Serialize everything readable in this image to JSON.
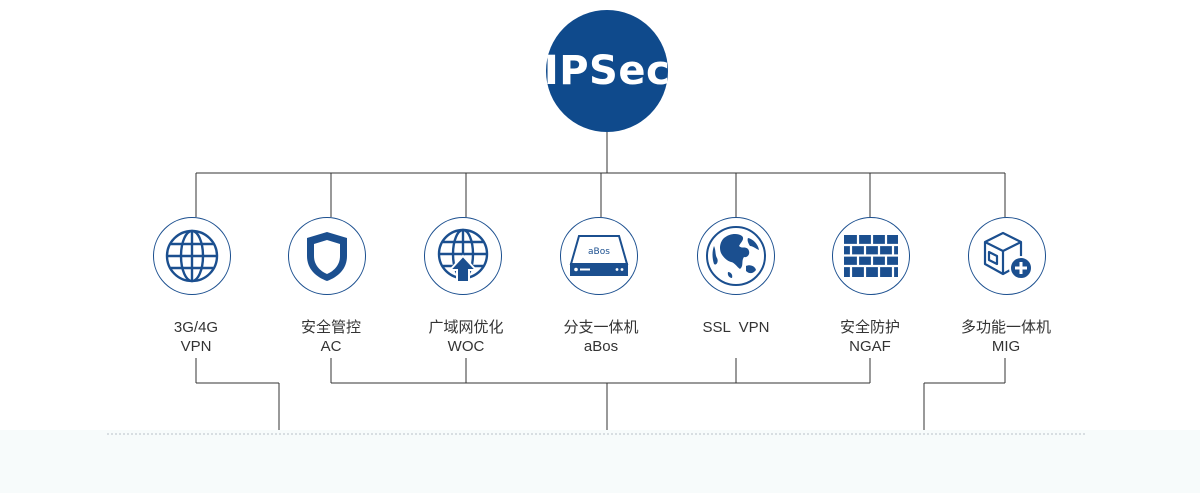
{
  "hub": {
    "label": "IPSec"
  },
  "colors": {
    "accent": "#0f4a8c",
    "line": "#333333",
    "text": "#333333"
  },
  "nodes": [
    {
      "icon": "globe-icon",
      "line1": "3G/4G",
      "line2": "VPN"
    },
    {
      "icon": "shield-icon",
      "line1": "安全管控",
      "line2": "AC"
    },
    {
      "icon": "globe-upload-icon",
      "line1": "广域网优化",
      "line2": "WOC"
    },
    {
      "icon": "appliance-icon",
      "device_text": "aBos",
      "line1": "分支一体机",
      "line2": "aBos"
    },
    {
      "icon": "world-map-icon",
      "line1": "SSL  VPN",
      "line2": ""
    },
    {
      "icon": "firewall-icon",
      "line1": "安全防护",
      "line2": "NGAF"
    },
    {
      "icon": "cube-plus-icon",
      "line1": "多功能一体机",
      "line2": "MIG"
    }
  ]
}
